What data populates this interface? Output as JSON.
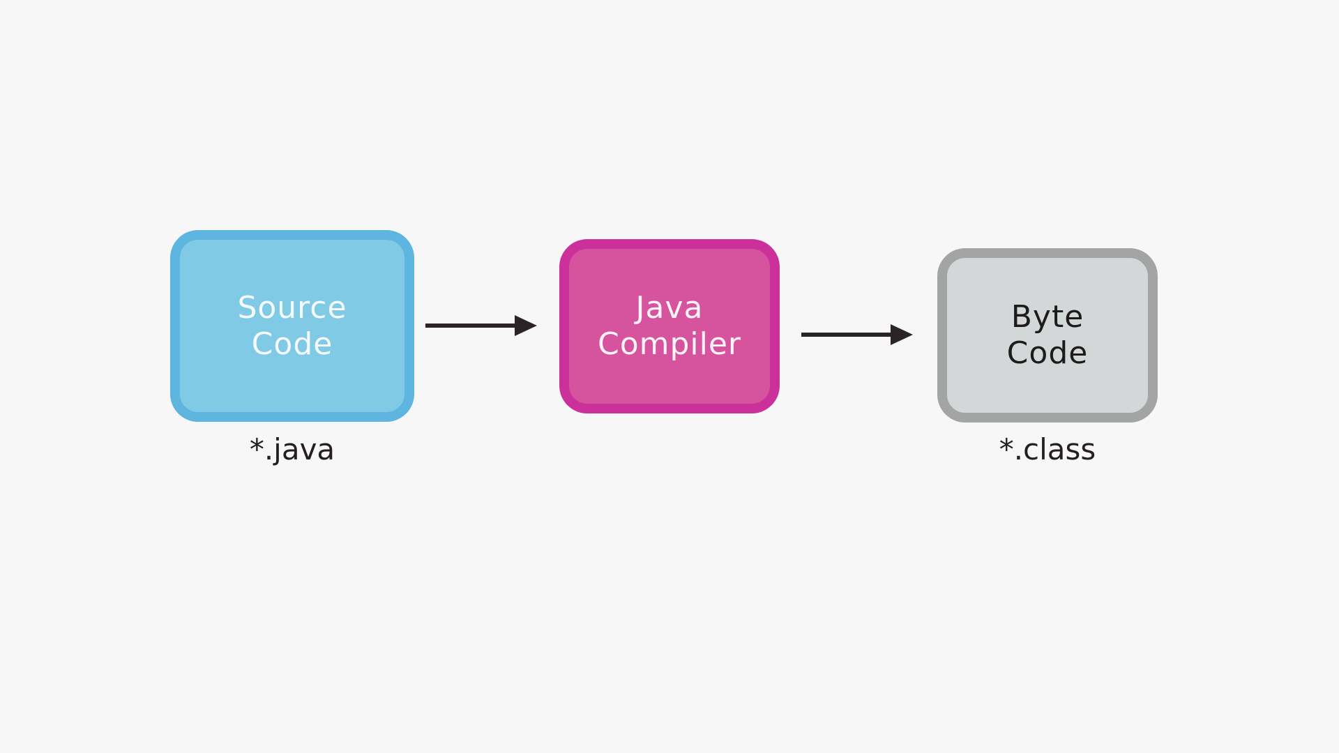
{
  "nodes": {
    "source": {
      "line1": "Source",
      "line2": "Code",
      "sub": "*.java"
    },
    "compiler": {
      "line1": "Java",
      "line2": "Compiler"
    },
    "bytecode": {
      "line1": "Byte",
      "line2": "Code",
      "sub": "*.class"
    }
  },
  "colors": {
    "background": "#f7f7f7",
    "source_fill": "#80cae6",
    "source_border": "#5db5e0",
    "compiler_fill": "#d6549d",
    "compiler_border": "#cc319b",
    "bytecode_fill": "#d4d7d8",
    "bytecode_border": "#a3a4a4",
    "arrow": "#2a2426"
  }
}
